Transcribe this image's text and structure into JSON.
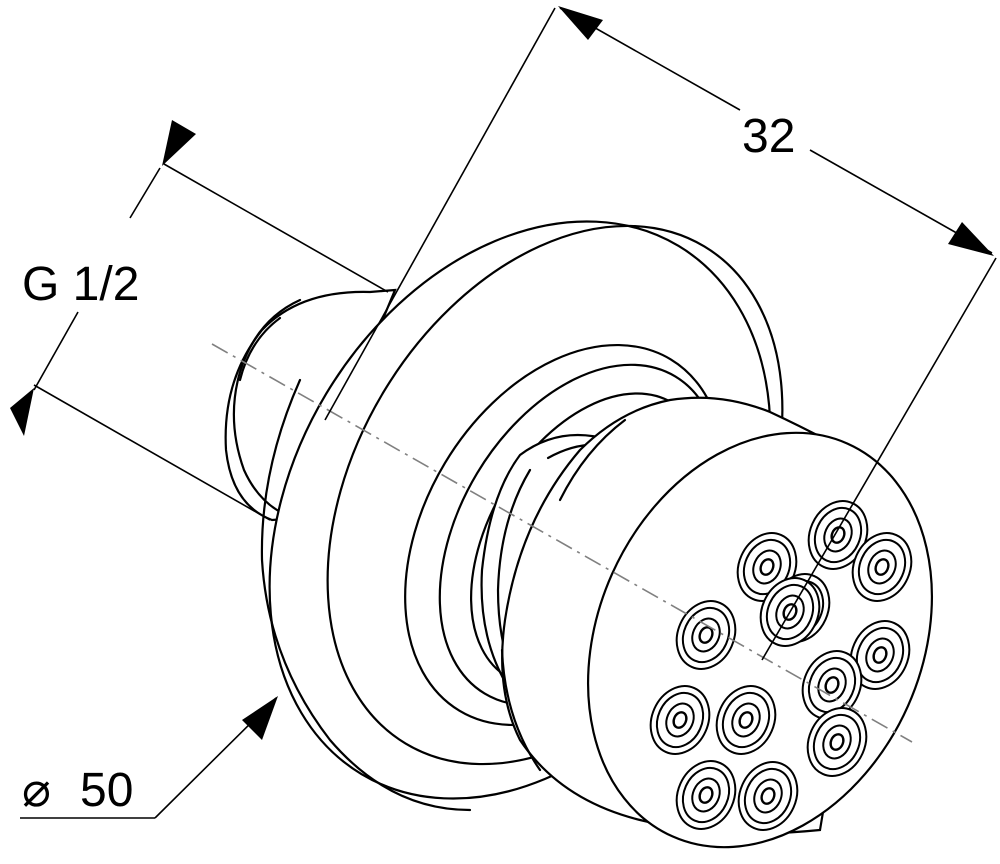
{
  "dimensions": {
    "depth_label": "32",
    "thread_label": "G 1/2",
    "diameter_label": "50",
    "diameter_symbol": "⌀"
  },
  "nozzles": {
    "count": 13
  }
}
